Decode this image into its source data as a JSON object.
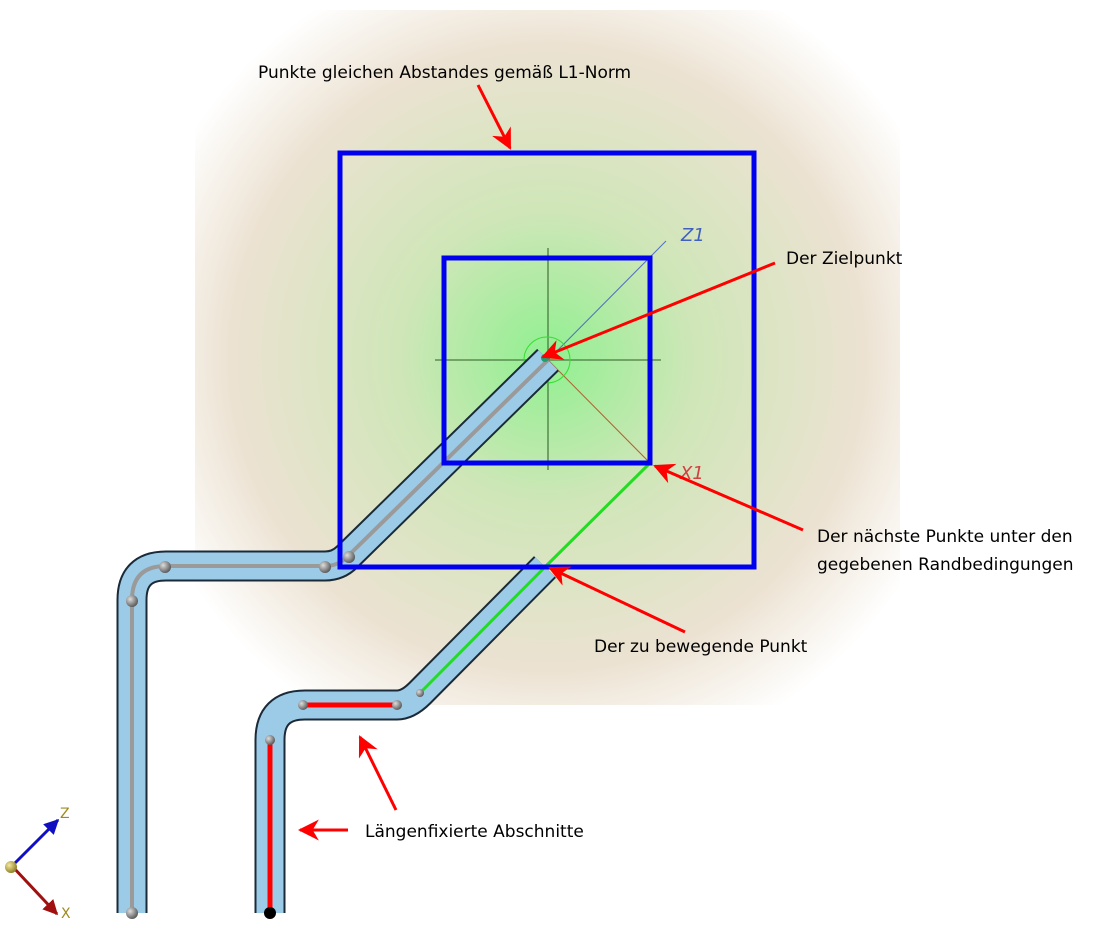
{
  "labels": {
    "l1_norm": "Punkte gleichen Abstandes gemäß L1-Norm",
    "target": "Der Zielpunkt",
    "nearest_line1": "Der nächste Punkte unter den",
    "nearest_line2": "gegebenen Randbedingungen",
    "moving": "Der zu bewegende Punkt",
    "fixed": "Längenfixierte Abschnitte"
  },
  "axes": {
    "z1": "Z1",
    "x1": "X1",
    "triad_z": "Z",
    "triad_x": "X"
  },
  "colors": {
    "square": "#0000ee",
    "arrow": "#ff0000",
    "fixed": "#ff0000",
    "path": "#22dd22",
    "pipe": "#9ccbe8"
  }
}
